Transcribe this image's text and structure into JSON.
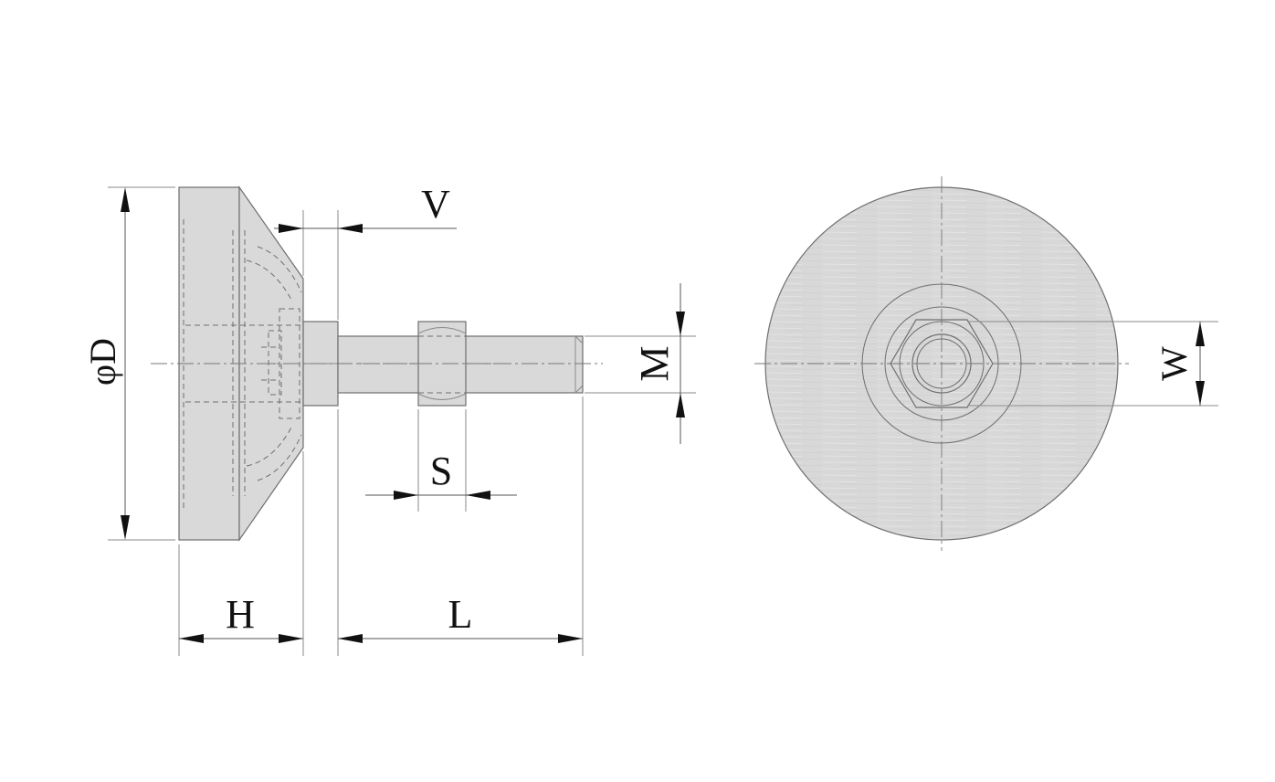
{
  "labels": {
    "diameter": "φD",
    "v": "V",
    "m": "M",
    "s": "S",
    "h": "H",
    "l": "L",
    "w": "W"
  },
  "colors": {
    "part_fill": "#d9d9d9",
    "outline": "#6e6e6e",
    "dimension": "#111111"
  }
}
